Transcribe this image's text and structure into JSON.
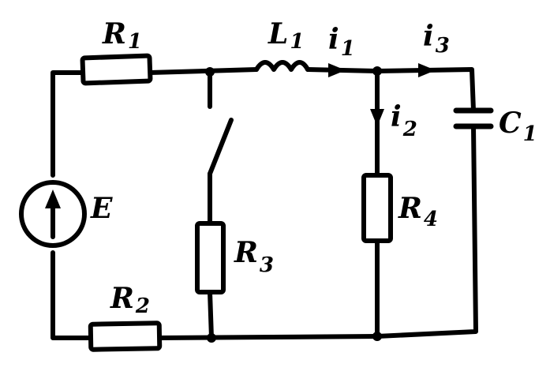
{
  "diagram": {
    "labels": {
      "E": "E",
      "R1": {
        "main": "R",
        "sub": "1"
      },
      "R2": {
        "main": "R",
        "sub": "2"
      },
      "R3": {
        "main": "R",
        "sub": "3"
      },
      "R4": {
        "main": "R",
        "sub": "4"
      },
      "L1": {
        "main": "L",
        "sub": "1"
      },
      "C1": {
        "main": "C",
        "sub": "1"
      },
      "i1": {
        "main": "i",
        "sub": "1"
      },
      "i2": {
        "main": "i",
        "sub": "2"
      },
      "i3": {
        "main": "i",
        "sub": "3"
      }
    }
  }
}
